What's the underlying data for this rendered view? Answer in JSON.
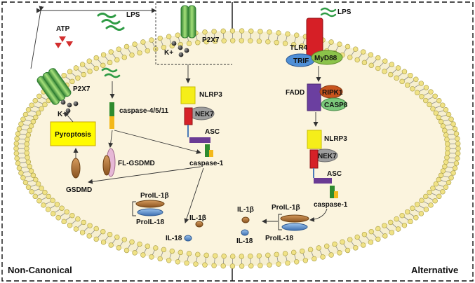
{
  "panels": {
    "left_title": "Non-Canonical",
    "right_title": "Alternative"
  },
  "left": {
    "atp": "ATP",
    "lps": "LPS",
    "p2x7_top": "P2X7",
    "k_top": "K+",
    "p2x7_side": "P2X7",
    "k_side": "K+",
    "caspase_4511": "caspase-4/5/11",
    "pyroptosis": "Pyroptosis",
    "fl_gsdmd": "FL-GSDMD",
    "gsdmd": "GSDMD",
    "nlrp3": "NLRP3",
    "nek7": "NEK7",
    "asc": "ASC",
    "caspase1": "caspase-1",
    "pro_il1b": "ProIL-1β",
    "pro_il18": "ProIL-18",
    "il1b": "IL-1β",
    "il18": "IL-18"
  },
  "right": {
    "lps": "LPS",
    "tlr4": "TLR4",
    "trif": "TRIF",
    "myd88": "MyD88",
    "fadd": "FADD",
    "ripk1": "RIPK1",
    "casp8": "CASP8",
    "nlrp3": "NLRP3",
    "nek7": "NEK7",
    "asc": "ASC",
    "caspase1": "caspase-1",
    "pro_il1b": "ProIL-1β",
    "pro_il18": "ProIL-18",
    "il1b": "IL-1β",
    "il18": "IL-18"
  },
  "colors": {
    "cytoplasm": "#fbf4de",
    "bilayer_head": "#f0e286",
    "bilayer_head_stroke": "#a89c44",
    "nlrp3": "#f5ee1a",
    "nek7": "#9e9e9e",
    "asc_pyd": "#d62128",
    "asc_card": "#6a3b94",
    "caspase_green": "#2e8b2e",
    "caspase_yellow": "#f3b81a",
    "pro_il1b": "#a86a2c",
    "pro_il18": "#5f93cf",
    "tlr4": "#d61f26",
    "trif": "#4f8fd6",
    "myd88": "#8bc34a",
    "fadd": "#6b3fa0",
    "ripk1": "#c8541d",
    "casp8": "#7bc87b",
    "p2x7": "#6fcf4a",
    "atp": "#d32f2f",
    "potassium": "#333333",
    "pyroptosis_box": "#fffb00"
  }
}
